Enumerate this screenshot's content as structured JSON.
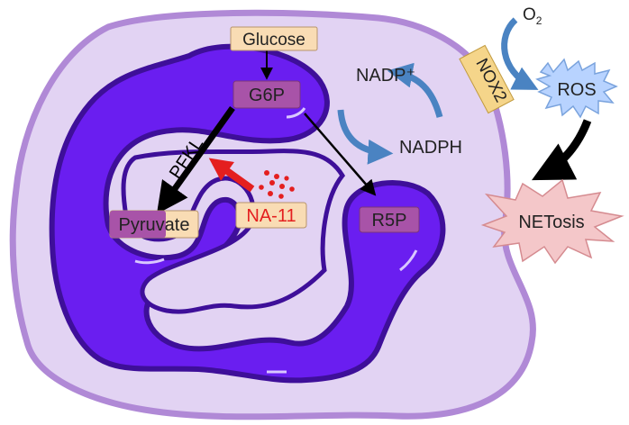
{
  "diagram": {
    "labels": {
      "glucose": "Glucose",
      "g6p": "G6P",
      "pyruvate": "Pyruvate",
      "r5p": "R5P",
      "pfkl": "PFKL",
      "na11": "NA-11",
      "nadp_plus": "NADP⁺",
      "nadph": "NADPH",
      "nox2": "NOX2",
      "o2_base": "O",
      "o2_sub": "2",
      "ros": "ROS",
      "netosis": "NETosis"
    },
    "colors": {
      "cell_fill": "#e2d3f3",
      "cell_stroke": "#b089d6",
      "nucleus_fill": "#6a1ef0",
      "nucleus_stroke": "#3e0f99",
      "substrate_box": "#f9dcb4",
      "metabolite_box": "#a853a8",
      "inhibitor_text": "#e41f1f",
      "inhibitor_arrow": "#e41f1f",
      "cycle_arrow": "#4a83c2",
      "ros_fill": "#b8d3ff",
      "netosis_fill": "#f4c7c9",
      "nox2_fill": "#f5d58a"
    },
    "icons": {
      "nox2_shape": "tilted-rectangle",
      "ros_shape": "spiky-burst",
      "netosis_shape": "spiky-burst",
      "na11_dots": "particle-cluster"
    }
  }
}
